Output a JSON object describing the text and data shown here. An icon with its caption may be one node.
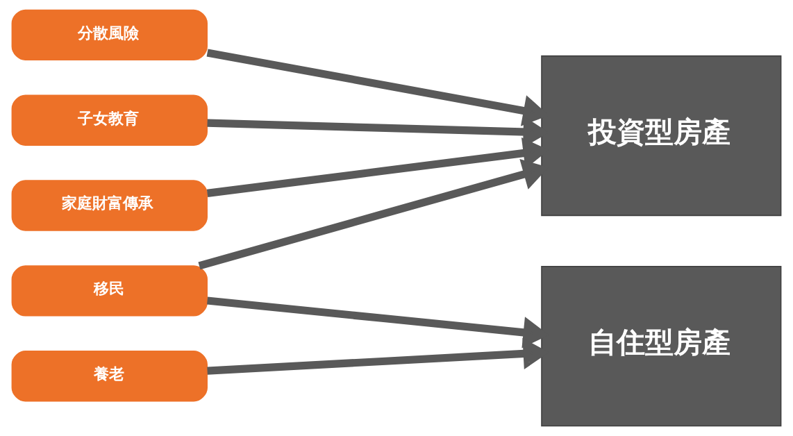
{
  "diagram": {
    "nodes": [
      {
        "text": [
          "分散風險"
        ]
      },
      {
        "text": [
          "子女教育"
        ]
      },
      {
        "text": [
          "家庭財富傳承"
        ]
      },
      {
        "text": [
          "移民"
        ]
      },
      {
        "text": [
          "養老"
        ]
      },
      {
        "text": [
          "投資型房產"
        ]
      },
      {
        "text": [
          "自住型房產"
        ]
      }
    ],
    "edges": [
      {
        "from": 0,
        "to": 5,
        "arrow": "to"
      },
      {
        "from": 1,
        "to": 5,
        "arrow": "to"
      },
      {
        "from": 2,
        "to": 5,
        "arrow": "to"
      },
      {
        "from": 3,
        "to": 5,
        "arrow": "to"
      },
      {
        "from": 3,
        "to": 6,
        "arrow": "to"
      },
      {
        "from": 4,
        "to": 6,
        "arrow": "to"
      }
    ]
  }
}
